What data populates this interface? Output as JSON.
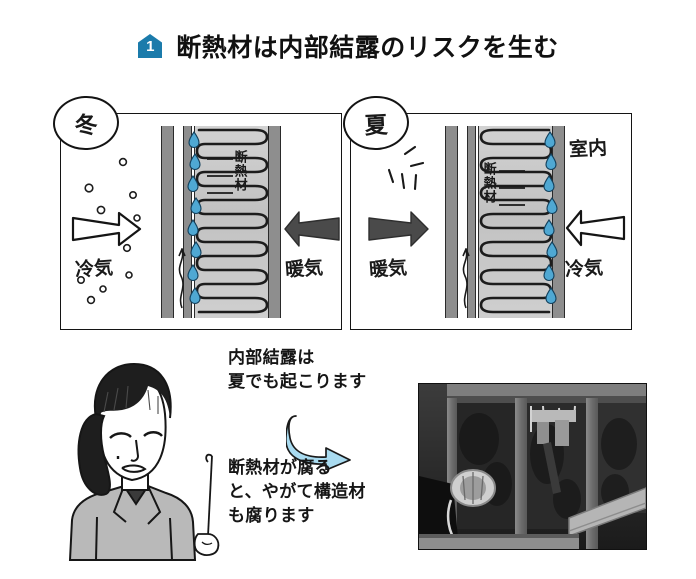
{
  "title": {
    "badge_number": "1",
    "text": "断熱材は内部結露のリスクを生む",
    "badge_color": "#1b7bab"
  },
  "panels": [
    {
      "id": "winter",
      "season_label": "冬",
      "has_sun_rays": false,
      "outside_air_label": "冷気",
      "outside_arrow": "outline-arrow-right",
      "inside_air_label": "暖気",
      "inside_arrow": "filled-arrow-left",
      "insulation_label": "断熱材",
      "room_label": "",
      "condensation_side": "outer",
      "has_cold_particles": true
    },
    {
      "id": "summer",
      "season_label": "夏",
      "has_sun_rays": true,
      "outside_air_label": "暖気",
      "outside_arrow": "filled-arrow-right",
      "inside_air_label": "冷気",
      "inside_arrow": "outline-arrow-left",
      "insulation_label": "断熱材",
      "room_label": "室内",
      "condensation_side": "inner",
      "has_cold_particles": false
    }
  ],
  "notes": {
    "top_line_1": "内部結露は",
    "top_line_2": "夏でも起こります",
    "bottom_line_1": "断熱材が腐る",
    "bottom_line_2": "と、やがて構造材",
    "bottom_line_3": "も腐ります",
    "arrow": "curved-arrow-down-right",
    "arrow_color": "#a9dbf0"
  },
  "illustration": {
    "person": "woman-with-pointer-stick"
  },
  "photo": {
    "caption": "",
    "subject": "deteriorated-wall-cavity-photo"
  },
  "colors": {
    "droplet": "#4fa8d3",
    "filled_arrow": "#4a4a4a",
    "insulation": "#cacaca",
    "board": "#8e8e8e",
    "ink": "#141414"
  }
}
